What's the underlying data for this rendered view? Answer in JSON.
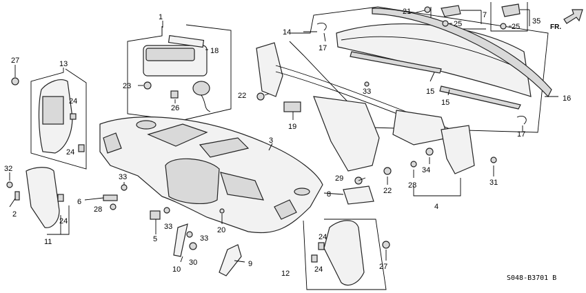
{
  "diagram": {
    "orientation_label": "FR.",
    "drawing_code": "S048-B3701 B",
    "callouts": {
      "c1": "1",
      "c2": "2",
      "c3": "3",
      "c4": "4",
      "c5": "5",
      "c6": "6",
      "c7": "7",
      "c8": "8",
      "c9": "9",
      "c10": "10",
      "c11": "11",
      "c12": "12",
      "c13": "13",
      "c14": "14",
      "c15a": "15",
      "c15b": "15",
      "c16": "16",
      "c17a": "17",
      "c17b": "17",
      "c18": "18",
      "c19": "19",
      "c20": "20",
      "c21": "21",
      "c22a": "22",
      "c22b": "22",
      "c23": "23",
      "c24a": "24",
      "c24b": "24",
      "c24c": "24",
      "c24d": "24",
      "c24e": "24",
      "c25a": "25",
      "c25b": "25",
      "c26": "26",
      "c27a": "27",
      "c27b": "27",
      "c28a": "28",
      "c28b": "28",
      "c29": "29",
      "c30": "30",
      "c31": "31",
      "c32": "32",
      "c33a": "33",
      "c33b": "33",
      "c33c": "33",
      "c33d": "33",
      "c34": "34",
      "c35": "35"
    }
  }
}
